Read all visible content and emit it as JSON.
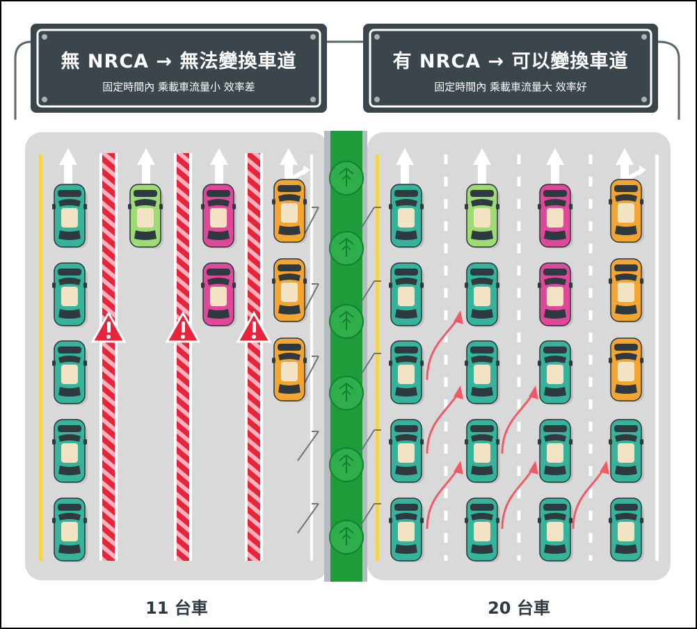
{
  "left_panel": {
    "sign_title": "無 NRCA → 無法變換車道",
    "sign_subtitle": "固定時間內 乘載車流量小 效率差",
    "car_count_label": "11 台車"
  },
  "right_panel": {
    "sign_title": "有 NRCA → 可以變換車道",
    "sign_subtitle": "固定時間內 乘載車流量大 效率好",
    "car_count_label": "20 台車"
  },
  "colors": {
    "sign_bg": "#3a464c",
    "road": "#d9d9d9",
    "median": "#1e9c3a",
    "no_change_barrier": "#e8243c",
    "car_teal": "#35b39b",
    "car_green": "#9edb74",
    "car_magenta": "#e0489a",
    "car_orange": "#f2a531",
    "arrow_red": "#f05a66",
    "edge_line": "#f5d547"
  },
  "icons": [
    "warning-triangle-icon",
    "direction-arrow-icon",
    "tree-icon",
    "street-lamp-icon",
    "lane-change-arrow-icon"
  ]
}
